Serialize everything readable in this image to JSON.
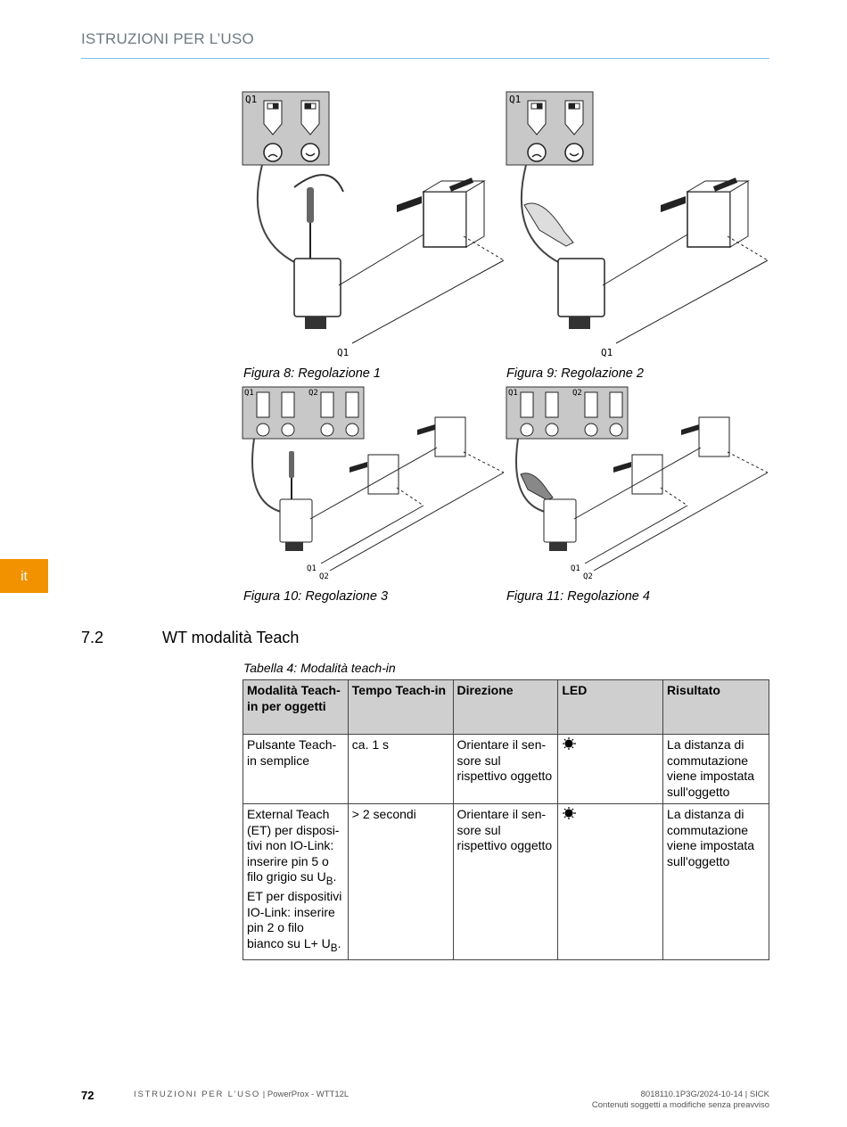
{
  "header": {
    "title": "ISTRUZIONI PER L’USO"
  },
  "language_tab": "it",
  "figures": [
    {
      "caption": "Figura 8: Regolazione 1",
      "panel_label": "Q1",
      "axis_label": "Q1"
    },
    {
      "caption": "Figura 9: Regolazione 2",
      "panel_label": "Q1",
      "axis_label": "Q1"
    },
    {
      "caption": "Figura 10: Regolazione 3",
      "panel_labels": [
        "Q1",
        "Q2"
      ],
      "axis_labels": [
        "Q1",
        "Q2"
      ]
    },
    {
      "caption": "Figura 11: Regolazione 4",
      "panel_labels": [
        "Q1",
        "Q2"
      ],
      "axis_labels": [
        "Q1",
        "Q2"
      ]
    }
  ],
  "section": {
    "number": "7.2",
    "title": "WT modalità Teach"
  },
  "table": {
    "caption": "Tabella 4: Modalità teach-in",
    "headers": [
      "Modalità Teach-in per oggetti",
      "Tempo Teach-in",
      "Direzione",
      "LED",
      "Risultato"
    ],
    "rows": [
      {
        "mode": "Pulsante Teach-in semplice",
        "time": "ca. 1 s",
        "direction": "Orientare il sen-sore sul rispettivo oggetto",
        "led_icon": "led-on-icon",
        "result": "La distanza di commutazione viene impostata sull'oggetto"
      },
      {
        "mode_a": "External Teach (ET) per disposi-tivi non IO-Link: inserire pin 5 o filo grigio su U",
        "mode_a_sub": "B",
        "mode_a_end": ".",
        "mode_b": "ET per dispositivi IO-Link: inserire pin 2 o filo bianco su L+ U",
        "mode_b_sub": "B",
        "mode_b_end": ".",
        "time": "> 2 secondi",
        "direction": "Orientare il sen-sore sul rispettivo oggetto",
        "led_icon": "led-on-icon",
        "result": "La distanza di commutazione viene impostata sull'oggetto"
      }
    ]
  },
  "footer": {
    "page": "72",
    "doc_type": "ISTRUZIONI PER L’USO",
    "separator": " | ",
    "product": "PowerProx - WTT12L",
    "doc_id": "8018110.1P3G/2024-10-14 | SICK",
    "notice": "Contenuti soggetti a modifiche senza preavviso"
  },
  "colors": {
    "accent_rule": "#7cc3e6",
    "lang_tab": "#f39200",
    "panel_gray": "#c8c8c8",
    "header_gray": "#6e7a80"
  }
}
